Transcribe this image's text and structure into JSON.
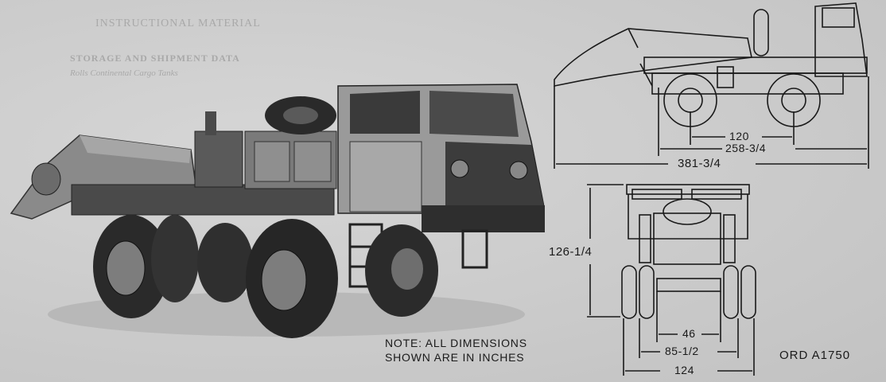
{
  "background_text": {
    "title": "INSTRUCTIONAL MATERIAL",
    "subtitle": "STORAGE AND SHIPMENT DATA",
    "subtitle2": "Rolls Continental Cargo Tanks"
  },
  "dimensions": {
    "wheelbase": "120",
    "track_rear_length": "258-3/4",
    "overall_length": "381-3/4",
    "height": "126-1/4",
    "inner_track": "46",
    "track": "85-1/2",
    "overall_width": "124"
  },
  "note": {
    "line1": "NOTE: ALL DIMENSIONS",
    "line2": "SHOWN ARE IN INCHES"
  },
  "figure_id": "ORD A1750"
}
